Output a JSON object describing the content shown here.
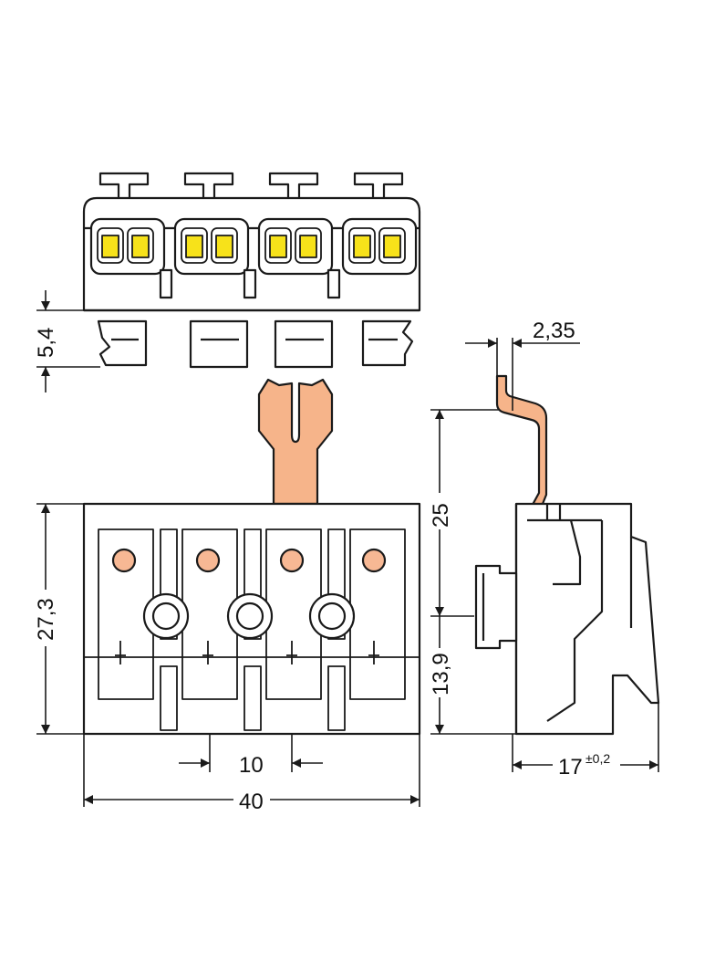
{
  "colors": {
    "line": "#1a1a1a",
    "housing_fill": "#ffffff",
    "contact_orange": "#f6b48a",
    "dot_orange": "#f7b894",
    "led_yellow": "#f7e21a"
  },
  "dimensions": {
    "top_height": "5,4",
    "total_height": "27,3",
    "pitch": "10",
    "width": "40",
    "pin_thickness": "2,35",
    "side_upper": "25",
    "side_lower": "13,9",
    "depth": "17",
    "depth_tolerance": "±0,2"
  }
}
